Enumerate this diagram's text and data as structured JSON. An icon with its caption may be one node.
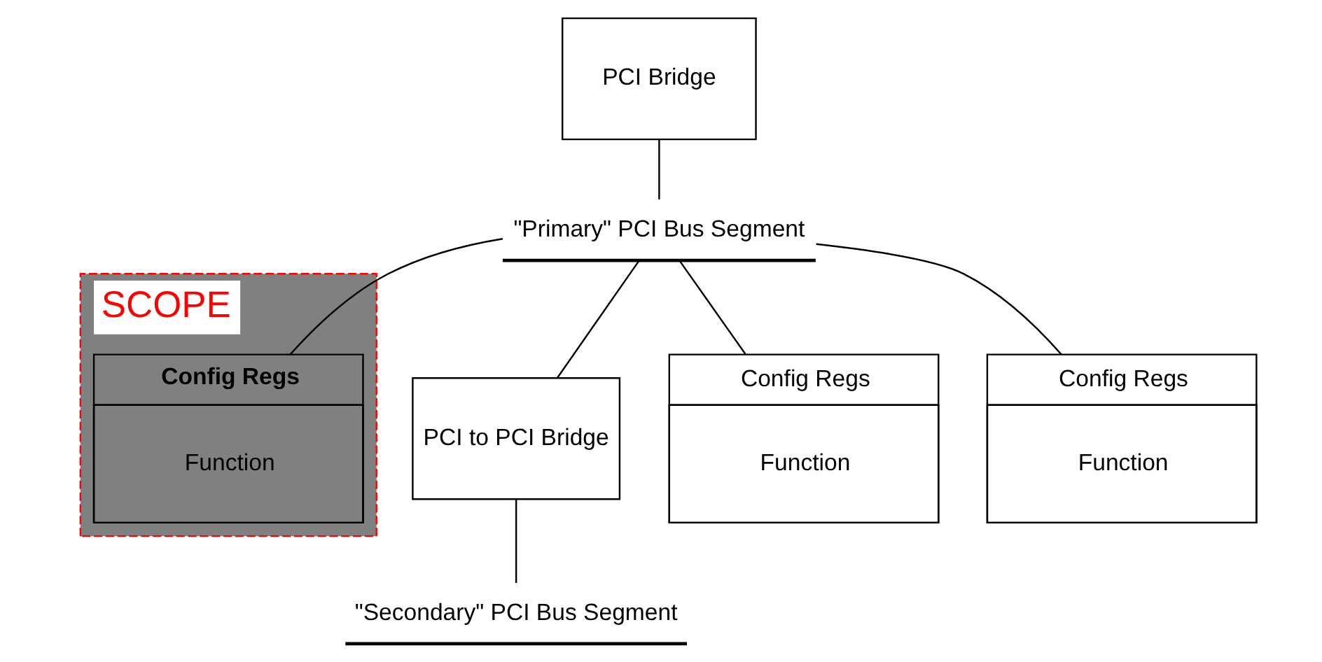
{
  "diagram": {
    "nodes": [
      {
        "text": [
          "PCI Bridge"
        ]
      },
      {
        "text": [
          "SCOPE"
        ]
      },
      {
        "text": [
          "\"Primary\" PCI Bus Segment"
        ]
      },
      {
        "text": [
          "PCI to PCI Bridge"
        ]
      },
      {
        "text": [
          "Config Regs",
          "Function"
        ],
        "in": 1
      },
      {
        "text": [
          "Config Regs",
          "Function"
        ]
      },
      {
        "text": [
          "Config Regs",
          "Function"
        ]
      },
      {
        "text": [
          "\"Secondary\" PCI Bus Segment"
        ]
      }
    ],
    "edges": [
      {
        "from": 0,
        "to": 2,
        "arrow": "none"
      },
      {
        "from": 2,
        "to": 4,
        "arrow": "none"
      },
      {
        "from": 2,
        "to": 5,
        "arrow": "none"
      },
      {
        "from": 2,
        "to": 6,
        "arrow": "none"
      },
      {
        "from": 2,
        "to": 3,
        "arrow": "none"
      },
      {
        "from": 3,
        "to": 7,
        "arrow": "none"
      }
    ]
  }
}
